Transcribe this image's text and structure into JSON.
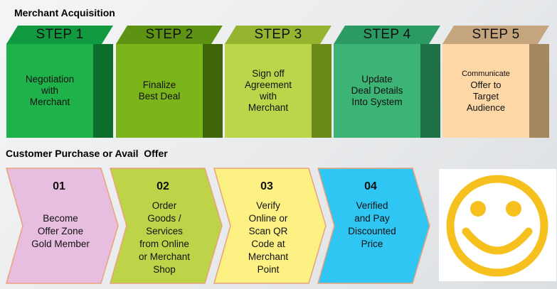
{
  "merchant_section": {
    "title": "Merchant Acquisition",
    "steps": [
      {
        "label": "STEP 1",
        "lines": [
          "Negotiation",
          "with",
          "Merchant"
        ],
        "top_color": "#119a3f",
        "front_color": "#20b24a",
        "side_color": "#0b6e2a"
      },
      {
        "label": "STEP 2",
        "lines": [
          "Finalize",
          "Best Deal"
        ],
        "top_color": "#5e9212",
        "front_color": "#7cb51b",
        "side_color": "#3f6509"
      },
      {
        "label": "STEP 3",
        "lines": [
          "Sign off",
          "Agreement",
          "with",
          "Merchant"
        ],
        "top_color": "#95b530",
        "front_color": "#bcd64b",
        "side_color": "#6b8a17"
      },
      {
        "label": "STEP 4",
        "lines": [
          "Update",
          "Deal Details",
          "Into System"
        ],
        "top_color": "#2b9a63",
        "front_color": "#3cb476",
        "side_color": "#1e7047"
      },
      {
        "label": "STEP 5",
        "lines": [
          "Communicate",
          "Offer to",
          "Target",
          "Audience"
        ],
        "top_color": "#c5a57d",
        "front_color": "#fdd7a5",
        "side_color": "#a3875f"
      }
    ]
  },
  "customer_section": {
    "title": "Customer Purchase or Avail  Offer",
    "steps": [
      {
        "number": "01",
        "lines": [
          "Become",
          "Offer Zone",
          "Gold Member"
        ],
        "fill": "#e8bee0",
        "stroke": "#e9a27a"
      },
      {
        "number": "02",
        "lines": [
          "Order",
          "Goods /",
          "Services",
          "from Online",
          "or Merchant",
          "Shop"
        ],
        "fill": "#bed448",
        "stroke": "#e9a27a"
      },
      {
        "number": "03",
        "lines": [
          "Verify",
          "Online or",
          "Scan QR",
          "Code at",
          "Merchant",
          "Point"
        ],
        "fill": "#fef183",
        "stroke": "#e9a27a"
      },
      {
        "number": "04",
        "lines": [
          "Verified",
          "and Pay",
          "Discounted",
          "Price"
        ],
        "fill": "#2fc6f3",
        "stroke": "#e9a27a"
      }
    ]
  },
  "smiley": {
    "icon": "smiley-face-icon",
    "color": "#f6c11f"
  }
}
